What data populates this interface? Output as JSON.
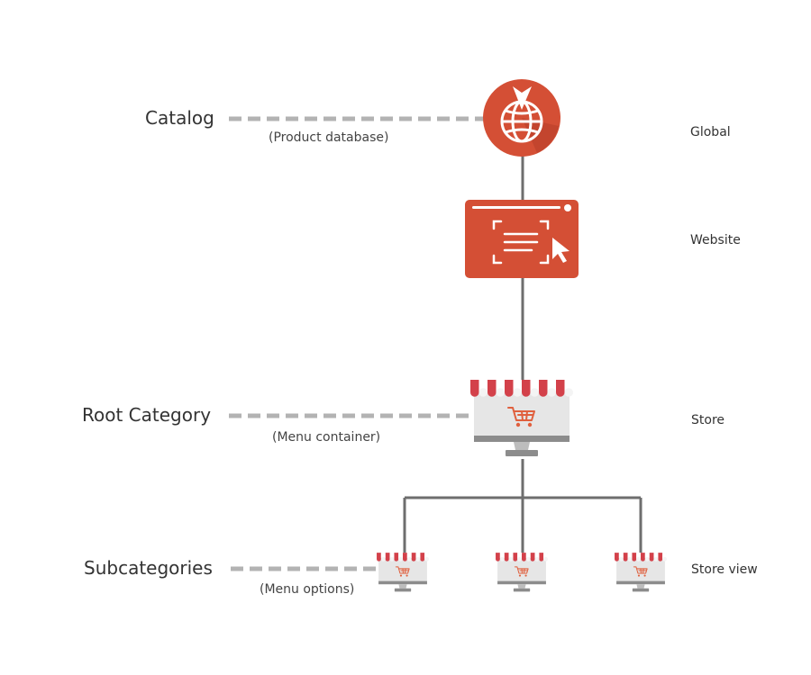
{
  "labels": {
    "catalog": "Catalog",
    "catalog_sub": "(Product database)",
    "root_category": "Root Category",
    "root_category_sub": "(Menu container)",
    "subcategories": "Subcategories",
    "subcategories_sub": "(Menu options)"
  },
  "levels": {
    "global": "Global",
    "website": "Website",
    "store": "Store",
    "store_view": "Store view"
  },
  "colors": {
    "accent": "#d44f35",
    "line": "#6e6e6e",
    "dash": "#b3b3b3",
    "awning_stripe": "#d3414a",
    "screen": "#e6e6e6"
  }
}
